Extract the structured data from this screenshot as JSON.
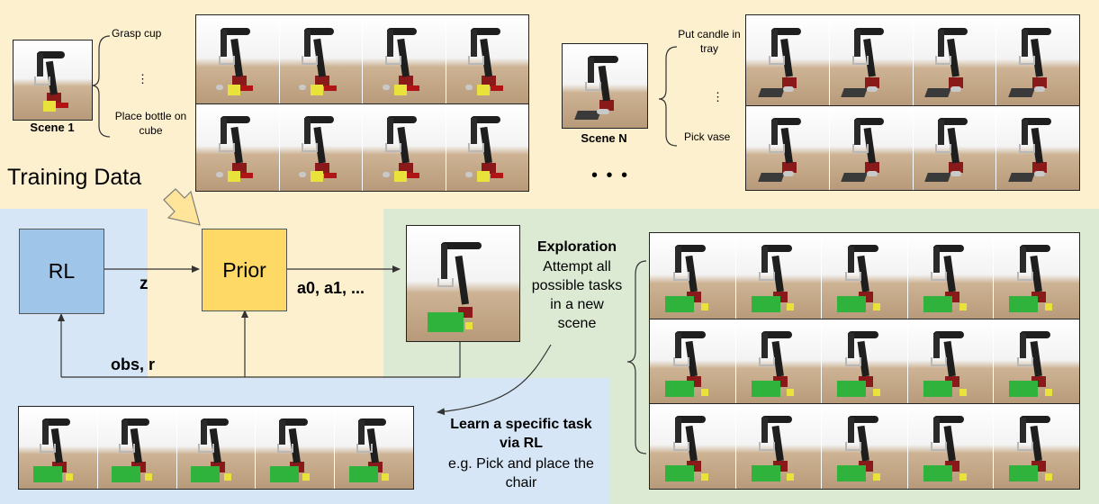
{
  "training": {
    "heading": "Training Data",
    "scene1": {
      "label": "Scene 1",
      "task_top": "Grasp cup",
      "ellipsis": "⋮",
      "task_bottom": "Place bottle on cube"
    },
    "sceneN": {
      "label": "Scene N",
      "task_top": "Put candle in tray",
      "ellipsis": "⋮",
      "task_bottom": "Pick vase"
    },
    "more_scenes": "• • •"
  },
  "flow": {
    "rl_label": "RL",
    "prior_label": "Prior",
    "z_label": "z",
    "actions_label": "a0, a1, ...",
    "obs_label": "obs, r"
  },
  "exploration": {
    "title": "Exploration",
    "body": "Attempt all possible tasks in a new scene"
  },
  "learn": {
    "title": "Learn a specific task via RL",
    "body": "e.g. Pick and place the chair"
  },
  "colors": {
    "yellow_region": "#fdf0cf",
    "blue_region": "#d6e6f6",
    "green_region": "#dcead4",
    "rl_box": "#9fc5e8",
    "prior_box": "#ffd966",
    "arrow_yellow": "#ffe599"
  }
}
